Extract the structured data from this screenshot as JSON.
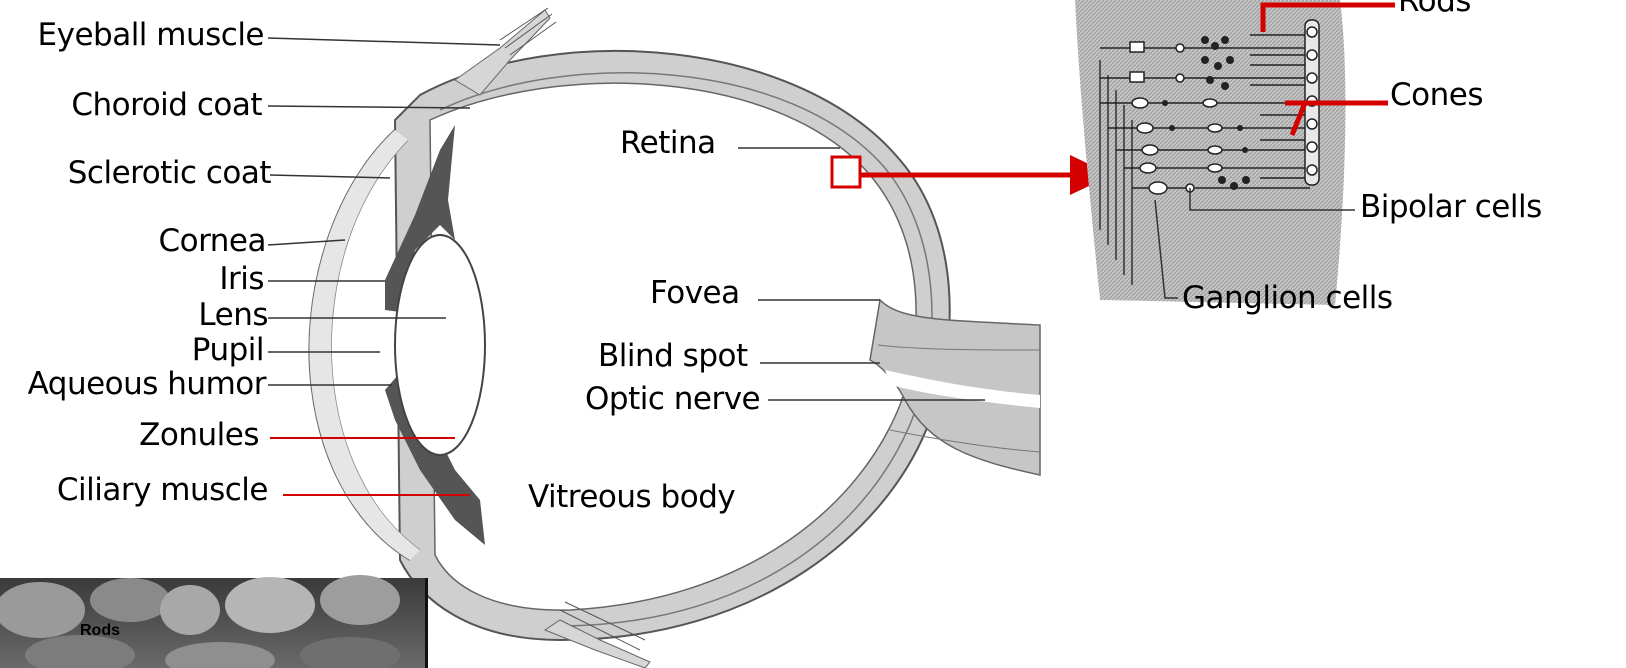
{
  "eye_labels": {
    "eyeball_muscle": "Eyeball muscle",
    "choroid_coat": "Choroid coat",
    "sclerotic_coat": "Sclerotic coat",
    "cornea": "Cornea",
    "iris": "Iris",
    "lens": "Lens",
    "pupil": "Pupil",
    "aqueous_humor": "Aqueous humor",
    "zonules": "Zonules",
    "ciliary_muscle": "Ciliary muscle",
    "retina": "Retina",
    "fovea": "Fovea",
    "blind_spot": "Blind spot",
    "optic_nerve": "Optic nerve",
    "vitreous_body": "Vitreous body"
  },
  "retina_labels": {
    "rods": "Rods",
    "cones": "Cones",
    "bipolar_cells": "Bipolar cells",
    "ganglion_cells": "Ganglion cells"
  },
  "photo": {
    "label": "Rods"
  },
  "colors": {
    "highlight": "#d40000",
    "tissue": "#c8c8c8",
    "dark_tissue": "#555555"
  }
}
